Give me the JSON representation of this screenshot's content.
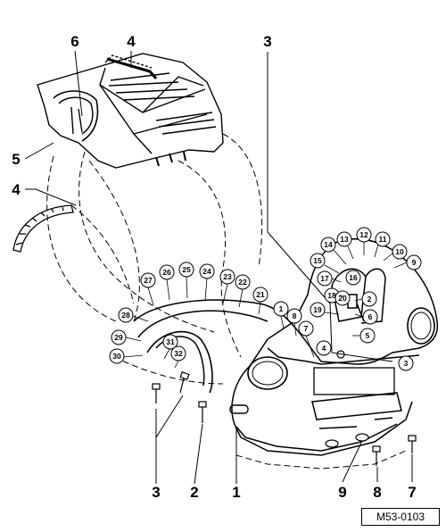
{
  "figure_code": "M53-0103",
  "callouts_large": [
    "6",
    "4",
    "3",
    "5",
    "4",
    "3",
    "2",
    "1",
    "9",
    "8",
    "7"
  ],
  "callouts_small": [
    "1",
    "2",
    "3",
    "4",
    "5",
    "6",
    "7",
    "8",
    "9",
    "10",
    "11",
    "12",
    "13",
    "14",
    "15",
    "16",
    "17",
    "18",
    "19",
    "20",
    "21",
    "22",
    "23",
    "24",
    "25",
    "26",
    "27",
    "28",
    "29",
    "30",
    "31",
    "32"
  ]
}
